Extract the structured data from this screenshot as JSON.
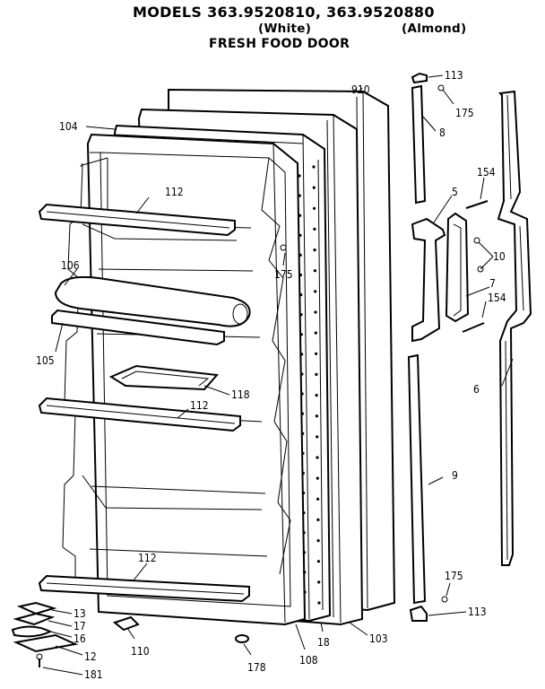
{
  "header": {
    "title": "MODELS 363.9520810, 363.9520880",
    "white": "(White)",
    "almond": "(Almond)",
    "subtitle": "FRESH FOOD DOOR"
  },
  "callouts": {
    "p910": "910",
    "p104": "104",
    "p113a": "113",
    "p175a": "175",
    "p8": "8",
    "p112a": "112",
    "p154a": "154",
    "p5": "5",
    "p175b": "175",
    "p106": "106",
    "p10": "10",
    "p7": "7",
    "p154b": "154",
    "p105": "105",
    "p118": "118",
    "p112b": "112",
    "p6": "6",
    "p9": "9",
    "p112c": "112",
    "p175c": "175",
    "p113b": "113",
    "p13": "13",
    "p17": "17",
    "p16": "16",
    "p12": "12",
    "p181": "181",
    "p110": "110",
    "p178": "178",
    "p108": "108",
    "p18": "18",
    "p103": "103"
  }
}
